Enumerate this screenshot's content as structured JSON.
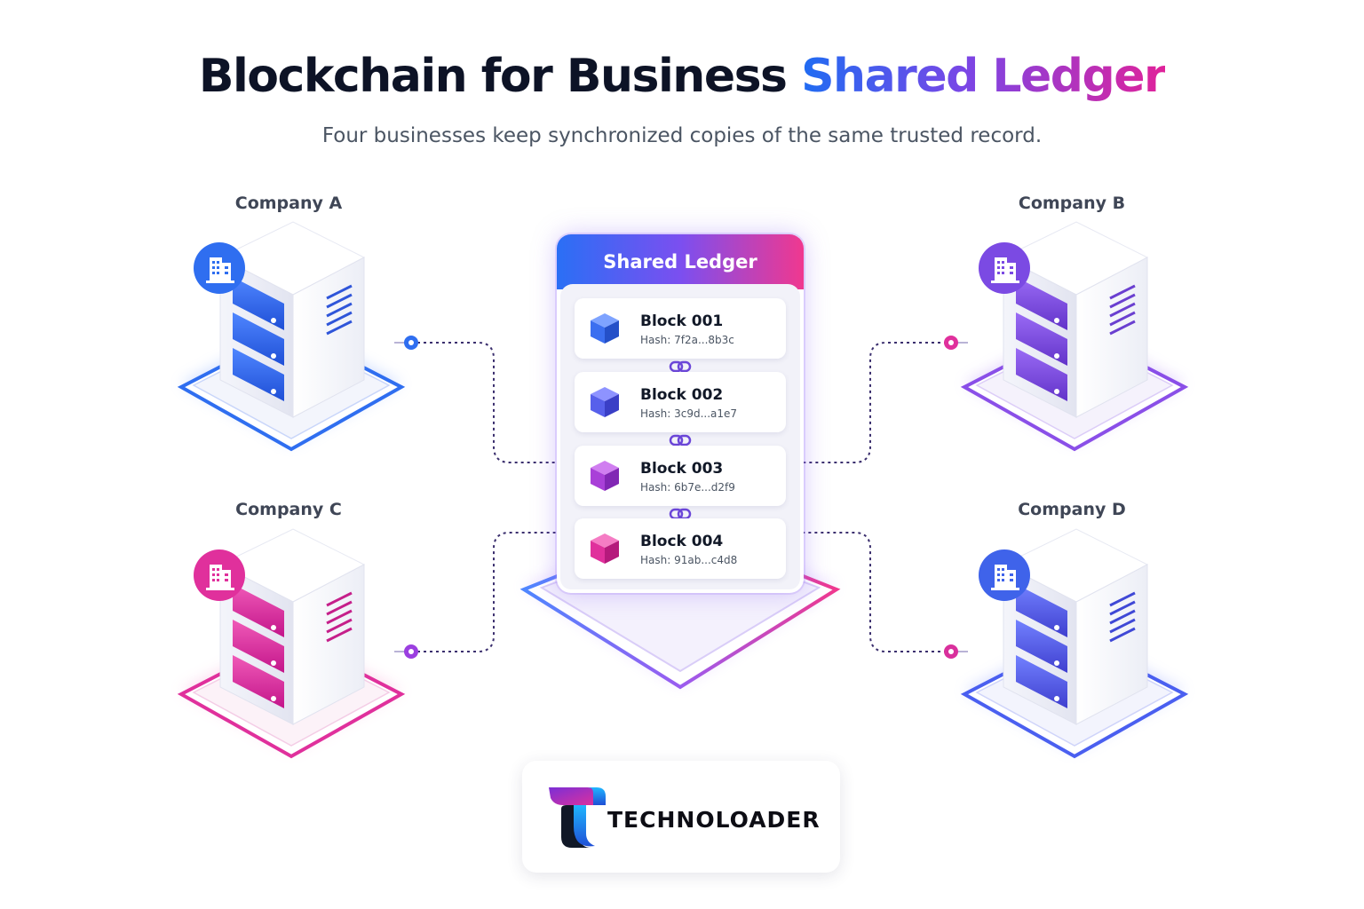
{
  "header": {
    "title_main": "Blockchain for Business",
    "title_accent": "Shared Ledger",
    "subtitle": "Four businesses keep synchronized copies of the same trusted record."
  },
  "companies": [
    {
      "label": "Company A",
      "accent": "#2f6ef0",
      "icon": "building-icon"
    },
    {
      "label": "Company B",
      "accent": "#7b4ae3",
      "icon": "building-icon"
    },
    {
      "label": "Company C",
      "accent": "#e0309c",
      "icon": "building-icon"
    },
    {
      "label": "Company D",
      "accent": "#4a5ff0",
      "icon": "building-icon"
    }
  ],
  "ledger": {
    "title": "Shared Ledger",
    "blocks": [
      {
        "name": "Block 001",
        "hash": "Hash: 7f2a...8b3c",
        "color": "#3b6ff0",
        "icon": "cube-icon"
      },
      {
        "name": "Block 002",
        "hash": "Hash: 3c9d...a1e7",
        "color": "#5760eb",
        "icon": "cube-icon"
      },
      {
        "name": "Block 003",
        "hash": "Hash: 6b7e...d2f9",
        "color": "#a940d8",
        "icon": "cube-icon"
      },
      {
        "name": "Block 004",
        "hash": "Hash: 91ab...c4d8",
        "color": "#e0309c",
        "icon": "cube-icon"
      }
    ],
    "link_icon": "chain-link-icon"
  },
  "brand": {
    "name": "TECHNOLOADER",
    "icon": "technoloader-logo-icon"
  },
  "colors": {
    "blue": "#2f6ef0",
    "purple": "#7b4ae3",
    "pink": "#e0309c",
    "connector": "#3b2f6e"
  }
}
